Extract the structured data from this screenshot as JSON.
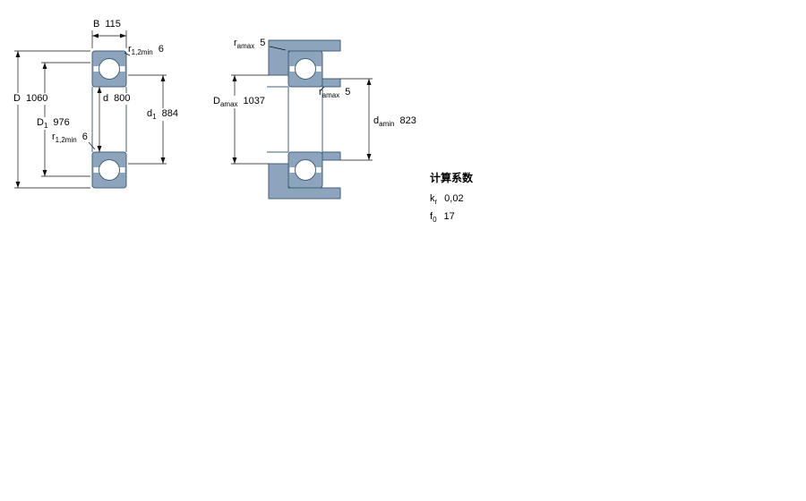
{
  "colors": {
    "bearing_fill": "#8CA4BC",
    "bearing_stroke": "#44617B",
    "dimension_line": "#111111"
  },
  "left_figure": {
    "dims": {
      "B": {
        "label": "B",
        "value": "115"
      },
      "r12_top": {
        "label": "r",
        "sub": "1,2min",
        "value": "6"
      },
      "D": {
        "label": "D",
        "value": "1060"
      },
      "D1": {
        "label": "D",
        "sub": "1",
        "value": "976"
      },
      "d": {
        "label": "d",
        "value": "800"
      },
      "d1": {
        "label": "d",
        "sub": "1",
        "value": "884"
      },
      "r12_side": {
        "label": "r",
        "sub": "1,2min",
        "value": "6"
      }
    }
  },
  "right_figure": {
    "dims": {
      "ra_top": {
        "label": "r",
        "sub": "amax",
        "value": "5"
      },
      "Da": {
        "label": "D",
        "sub": "amax",
        "value": "1037"
      },
      "ra_mid": {
        "label": "r",
        "sub": "amax",
        "value": "5"
      },
      "da": {
        "label": "d",
        "sub": "amin",
        "value": "823"
      }
    }
  },
  "calculation_factors": {
    "title": "计算系数",
    "rows": [
      {
        "label": "k",
        "sub": "r",
        "value": "0,02"
      },
      {
        "label": "f",
        "sub": "0",
        "value": "17"
      }
    ]
  }
}
